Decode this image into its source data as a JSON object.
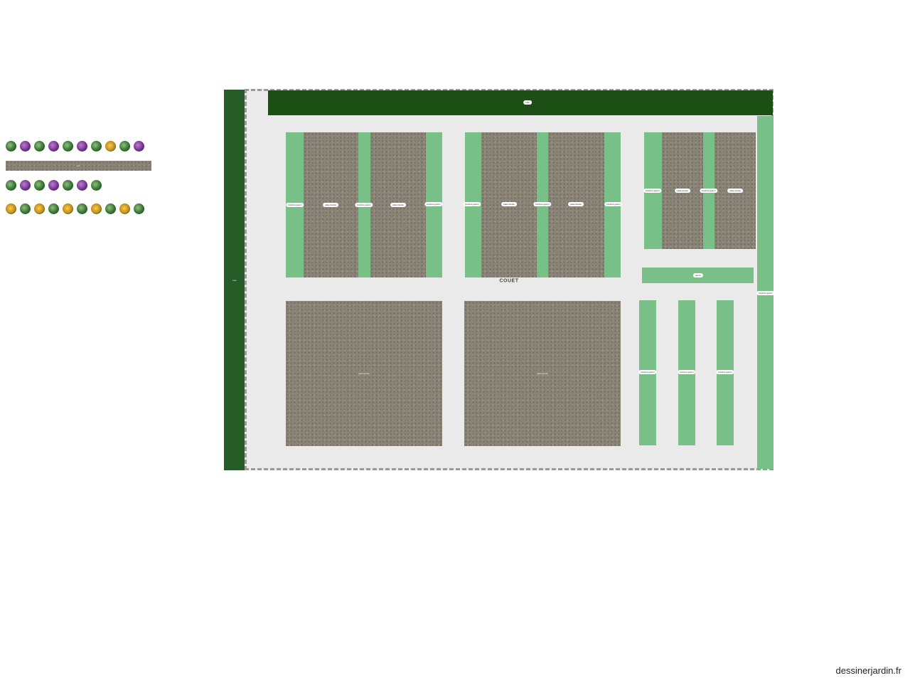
{
  "garden": {
    "center_label": "COUET",
    "left_hedge_label": "haie",
    "top_hedge_label": "haie"
  },
  "beds": {
    "soil_label": "plate-bande",
    "lawn_label": "bordure gazon",
    "small_label": "gazon"
  },
  "legend": {
    "soil_strip_label": "sol"
  },
  "footer": {
    "brand": "dessinerjardin.fr"
  }
}
